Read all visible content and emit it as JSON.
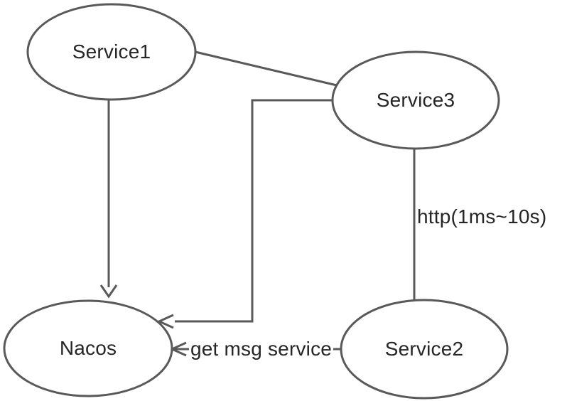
{
  "diagram": {
    "background_color": "#ffffff",
    "stroke_color": "#595959",
    "text_color": "#262626",
    "node_fill_color": "#ffffff",
    "nodes": [
      {
        "id": "service1",
        "label": "Service1"
      },
      {
        "id": "service3",
        "label": "Service3"
      },
      {
        "id": "nacos",
        "label": "Nacos"
      },
      {
        "id": "service2",
        "label": "Service2"
      }
    ],
    "edges": [
      {
        "from": "service1",
        "to": "service3",
        "style": "plain-line",
        "label": ""
      },
      {
        "from": "service1",
        "to": "nacos",
        "style": "open-arrow",
        "label": ""
      },
      {
        "from": "service3",
        "to": "nacos",
        "style": "open-arrow-elbow",
        "label": ""
      },
      {
        "from": "service3",
        "to": "service2",
        "style": "plain-line",
        "label": "http(1ms~10s)"
      },
      {
        "from": "service2",
        "to": "nacos",
        "style": "open-arrow",
        "label": "get msg service"
      }
    ]
  }
}
